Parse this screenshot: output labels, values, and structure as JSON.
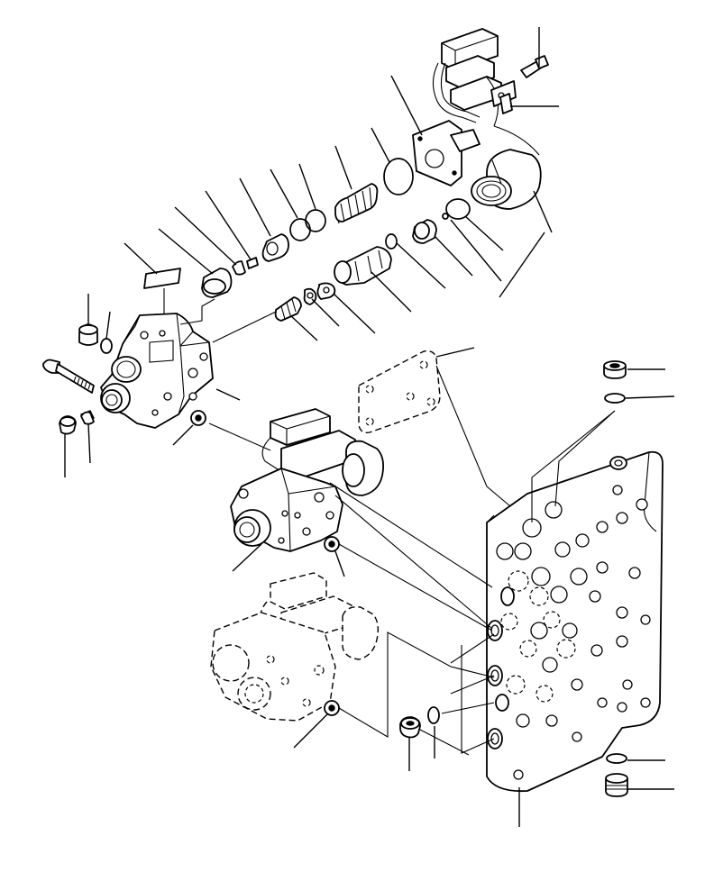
{
  "diagram": {
    "kind": "exploded-parts-view",
    "colors": {
      "line": "#000000",
      "background": "#ffffff"
    },
    "part_groups": [
      "solenoid-valve-assembly",
      "spool-spring-stack",
      "valve-body-housing",
      "installed-valve-assembly",
      "phantom-valve-assembly",
      "main-valve-body-plate",
      "gasket-cover-plate",
      "plugs-and-orings"
    ],
    "callout_count": 44
  }
}
